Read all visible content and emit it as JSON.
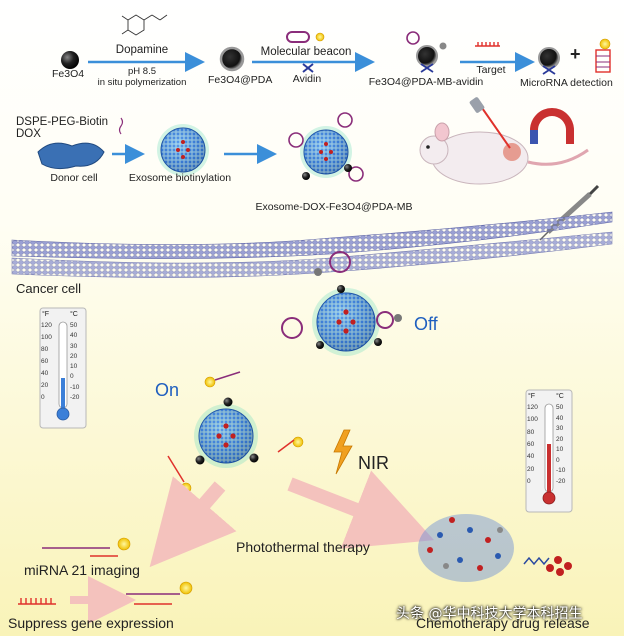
{
  "synthesis": {
    "fe3o4": "Fe3O4",
    "dopamine": "Dopamine",
    "ph": "pH 8.5",
    "polymerization": "in situ polymerization",
    "fe3o4_pda": "Fe3O4@PDA",
    "molecular_beacon": "Molecular beacon",
    "avidin": "Avidin",
    "fe3o4_pda_mb_avidin": "Fe3O4@PDA-MB-avidin",
    "target": "Target",
    "microrna_detection": "MicroRNA detection",
    "plus": "+"
  },
  "exosome": {
    "dspe": "DSPE-PEG-Biotin",
    "dox": "DOX",
    "donor_cell": "Donor cell",
    "biotinylation": "Exosome biotinylation",
    "complex": "Exosome-DOX-Fe3O4@PDA-MB"
  },
  "cell": {
    "cancer_cell": "Cancer cell",
    "off": "Off",
    "on": "On",
    "nir": "NIR",
    "mirna_imaging": "miRNA 21  imaging",
    "photothermal": "Photothermal therapy",
    "suppress": "Suppress gene expression",
    "chemo": "Chemotherapy drug release"
  },
  "thermometer": {
    "f": "°F",
    "c": "°C",
    "f_ticks": [
      "120",
      "100",
      "80",
      "60",
      "40",
      "20",
      "0"
    ],
    "c_ticks": [
      "50",
      "40",
      "30",
      "20",
      "10",
      "0",
      "-10",
      "-20"
    ]
  },
  "watermark": "头条 @华中科技大学本科招生",
  "colors": {
    "blue_arrow": "#3b8fd9",
    "exosome_blue": "#2f6fd0",
    "pink_arrow": "#f5c9c6",
    "beacon_purple": "#8a2d7a",
    "red": "#e0312b",
    "yellow_bg": "#fbf6c8"
  }
}
